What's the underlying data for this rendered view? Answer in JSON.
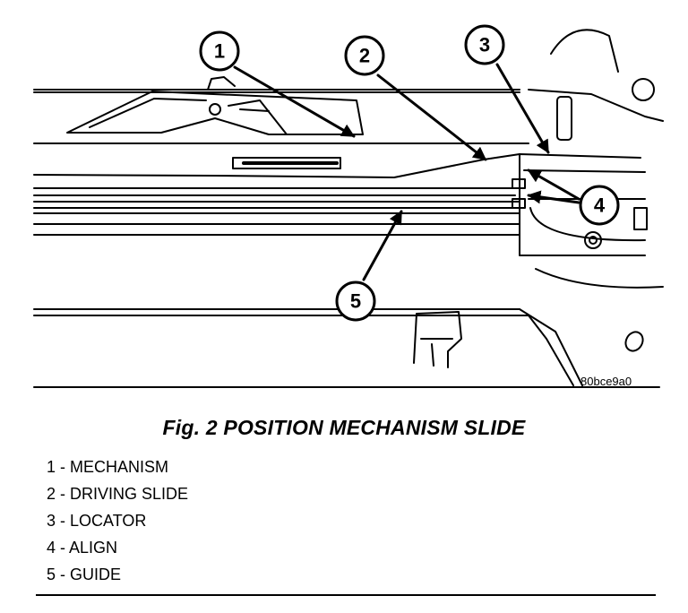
{
  "figure": {
    "code": "80bce9a0",
    "caption": "Fig. 2 POSITION MECHANISM SLIDE",
    "callouts": [
      "1",
      "2",
      "3",
      "4",
      "5"
    ]
  },
  "legend": [
    {
      "num": "1",
      "label": " - MECHANISM"
    },
    {
      "num": "2",
      "label": " - DRIVING SLIDE"
    },
    {
      "num": "3",
      "label": " - LOCATOR"
    },
    {
      "num": "4",
      "label": " - ALIGN"
    },
    {
      "num": "5",
      "label": " - GUIDE"
    }
  ]
}
